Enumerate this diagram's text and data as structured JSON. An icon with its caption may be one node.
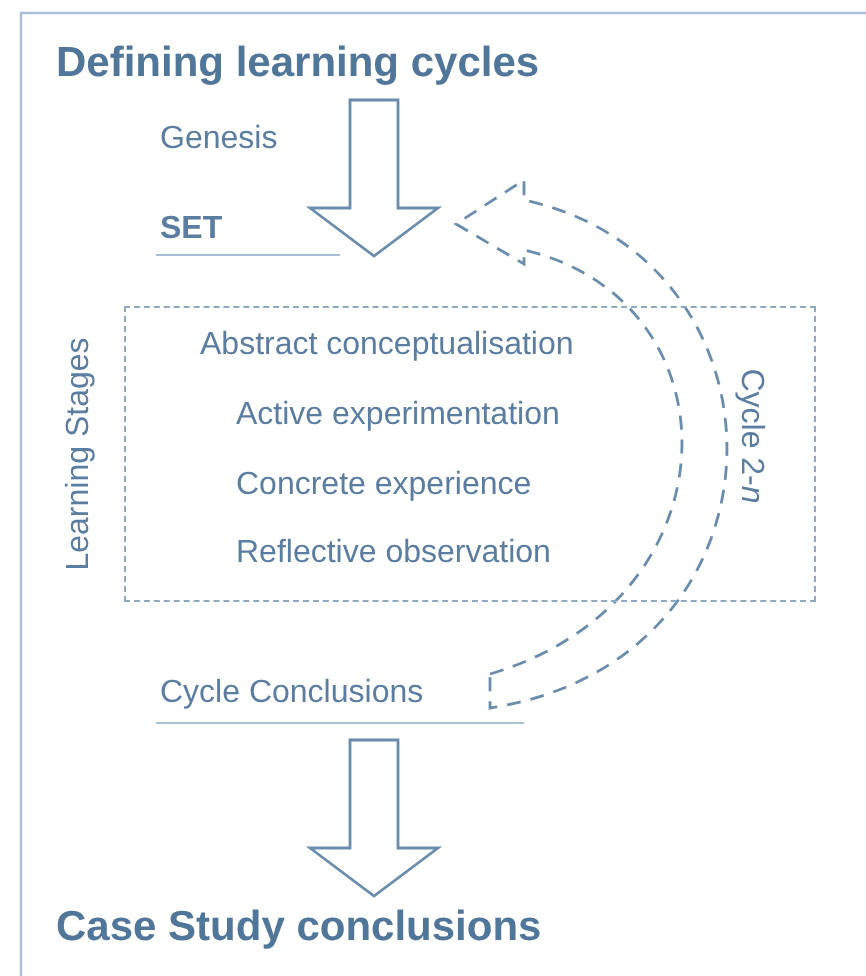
{
  "diagram": {
    "title": "Defining learning cycles",
    "nodes": [
      {
        "text": [
          "Genesis"
        ]
      },
      {
        "text": [
          "SET"
        ]
      },
      {
        "text": [
          "Learning Stages",
          "Abstract conceptualisation",
          "Active experimentation",
          "Concrete experience",
          "Reflective observation"
        ]
      },
      {
        "text": [
          "Cycle Conclusions"
        ]
      },
      {
        "text": [
          "Case Study conclusions"
        ]
      }
    ],
    "edges": [
      {
        "from": 0,
        "to": 1,
        "arrow": "to"
      },
      {
        "from": 3,
        "to": 1,
        "arrow": "to",
        "label": "Cycle 2-*n*",
        "style": "dashed"
      },
      {
        "from": 3,
        "to": 4,
        "arrow": "to"
      }
    ]
  }
}
